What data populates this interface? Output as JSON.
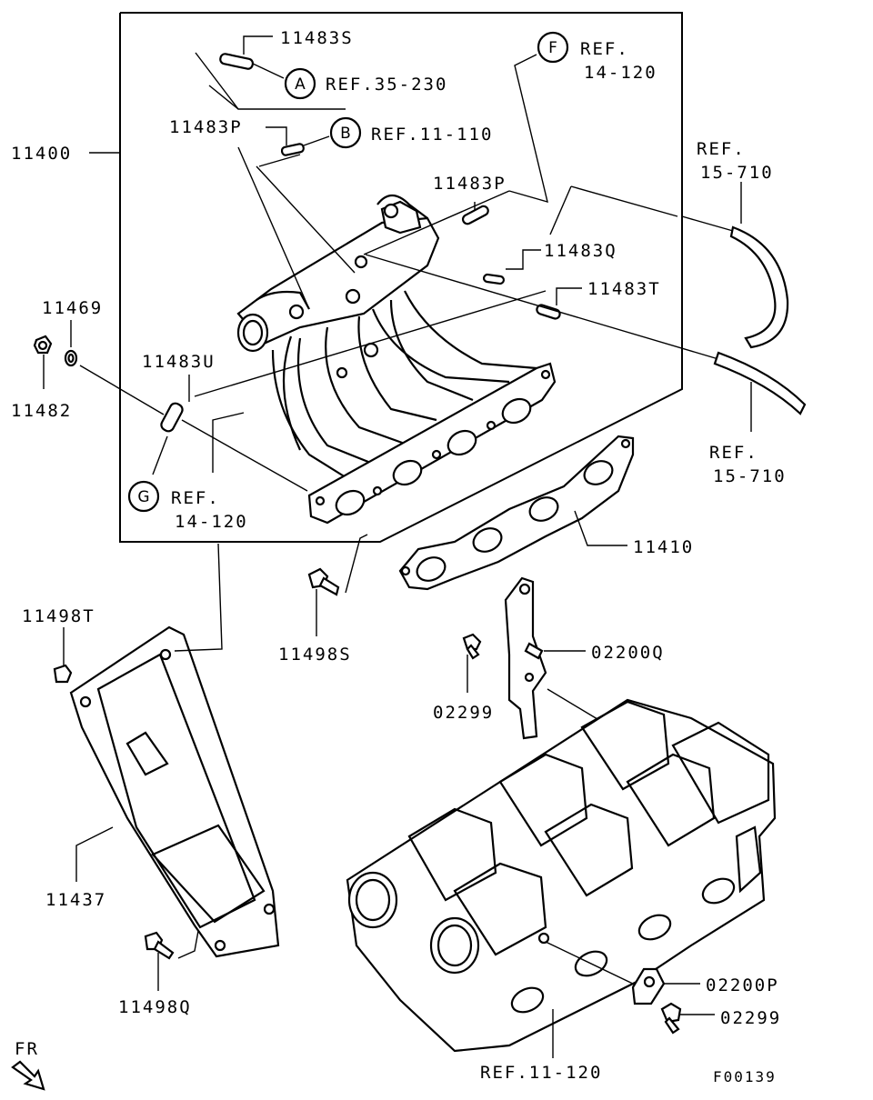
{
  "diagram": {
    "figure_id": "F00139",
    "direction_label": "FR",
    "parts": {
      "p11400": "11400",
      "p11483S": "11483S",
      "p11483P_a": "11483P",
      "p11483P_b": "11483P",
      "p11483Q": "11483Q",
      "p11483T": "11483T",
      "p11483U": "11483U",
      "p11469": "11469",
      "p11482": "11482",
      "p11410": "11410",
      "p11498S": "11498S",
      "p11498T": "11498T",
      "p11437": "11437",
      "p11498Q": "11498Q",
      "p02200Q": "02200Q",
      "p02299_a": "02299",
      "p02200P": "02200P",
      "p02299_b": "02299"
    },
    "refs": {
      "refA": {
        "circle": "A",
        "text": "REF.35-230"
      },
      "refB": {
        "circle": "B",
        "text": "REF.11-110"
      },
      "refF": {
        "circle": "F",
        "line1": "REF.",
        "line2": "14-120"
      },
      "refG": {
        "circle": "G",
        "line1": "REF.",
        "line2": "14-120"
      },
      "ref15a": {
        "line1": "REF.",
        "line2": "15-710"
      },
      "ref15b": {
        "line1": "REF.",
        "line2": "15-710"
      },
      "ref11_120": "REF.11-120"
    }
  }
}
